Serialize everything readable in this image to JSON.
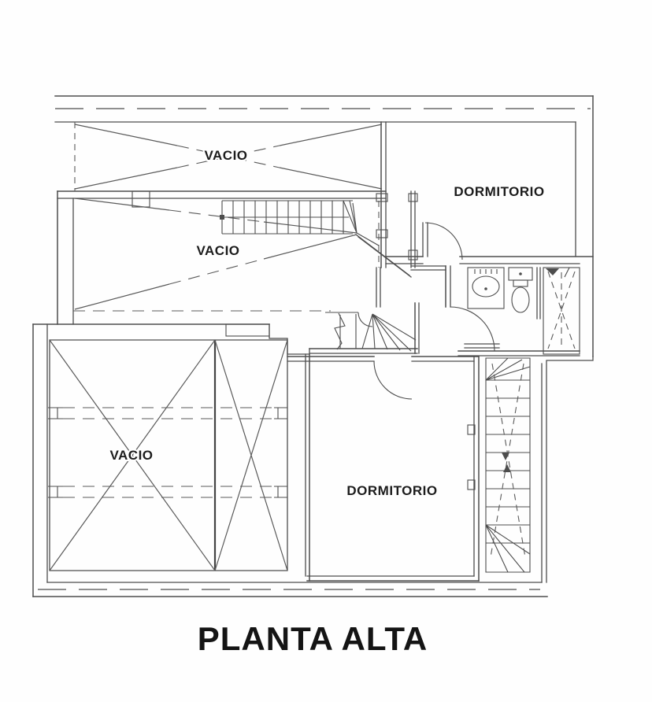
{
  "title": "PLANTA ALTA",
  "rooms": {
    "void_top": {
      "label": "VACIO"
    },
    "void_mid": {
      "label": "VACIO"
    },
    "void_lower": {
      "label": "VACIO"
    },
    "bedroom_upper": {
      "label": "DORMITORIO"
    },
    "bedroom_lower": {
      "label": "DORMITORIO"
    }
  },
  "fixtures": [
    {
      "name": "sink"
    },
    {
      "name": "toilet"
    },
    {
      "name": "shower"
    }
  ],
  "stairs": [
    {
      "name": "upper-straight-flight"
    },
    {
      "name": "central-winder-stair"
    },
    {
      "name": "right-staircase"
    }
  ],
  "colors": {
    "line": "#4d4d4d",
    "label_text": "#1c1c1c",
    "title_text": "#141414",
    "background": "#fefefe"
  }
}
